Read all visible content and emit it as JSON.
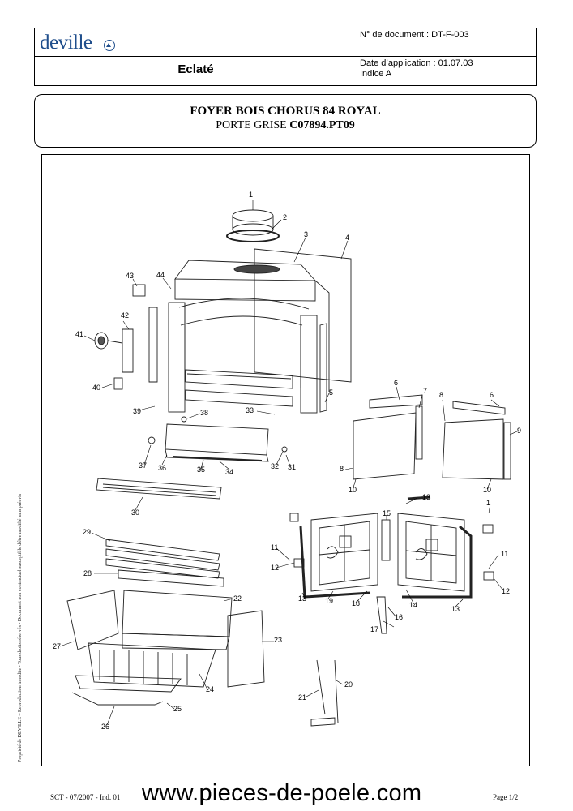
{
  "header": {
    "logo_text": "deville",
    "doc_title": "Eclaté",
    "doc_number": "N° de document : DT-F-003",
    "date_application": "Date d’application : 01.07.03",
    "indice": "Indice A"
  },
  "banner": {
    "line1": "FOYER BOIS CHORUS 84 ROYAL",
    "line2_prefix": "PORTE GRISE ",
    "line2_code": "C07894.PT09"
  },
  "side_note": "Propriété de DEVILLE – Reproduction interdite - Tous droits réservés - Document non contractuel susceptible d'être modifié sans préavis",
  "footer": {
    "left": "SCT - 07/2007 - Ind. 01",
    "center": "www.pieces-de-poele.com",
    "right": "Page 1/2"
  },
  "part_labels": [
    "1",
    "2",
    "3",
    "4",
    "43",
    "44",
    "42",
    "41",
    "40",
    "39",
    "38",
    "33",
    "5",
    "6",
    "7",
    "8",
    "6",
    "9",
    "37",
    "36",
    "35",
    "34",
    "32",
    "31",
    "8",
    "10",
    "10",
    "30",
    "13",
    "15",
    "1",
    "29",
    "11",
    "11",
    "12",
    "12",
    "28",
    "13",
    "19",
    "18",
    "14",
    "13",
    "22",
    "16",
    "17",
    "23",
    "27",
    "24",
    "20",
    "21",
    "25",
    "26"
  ]
}
